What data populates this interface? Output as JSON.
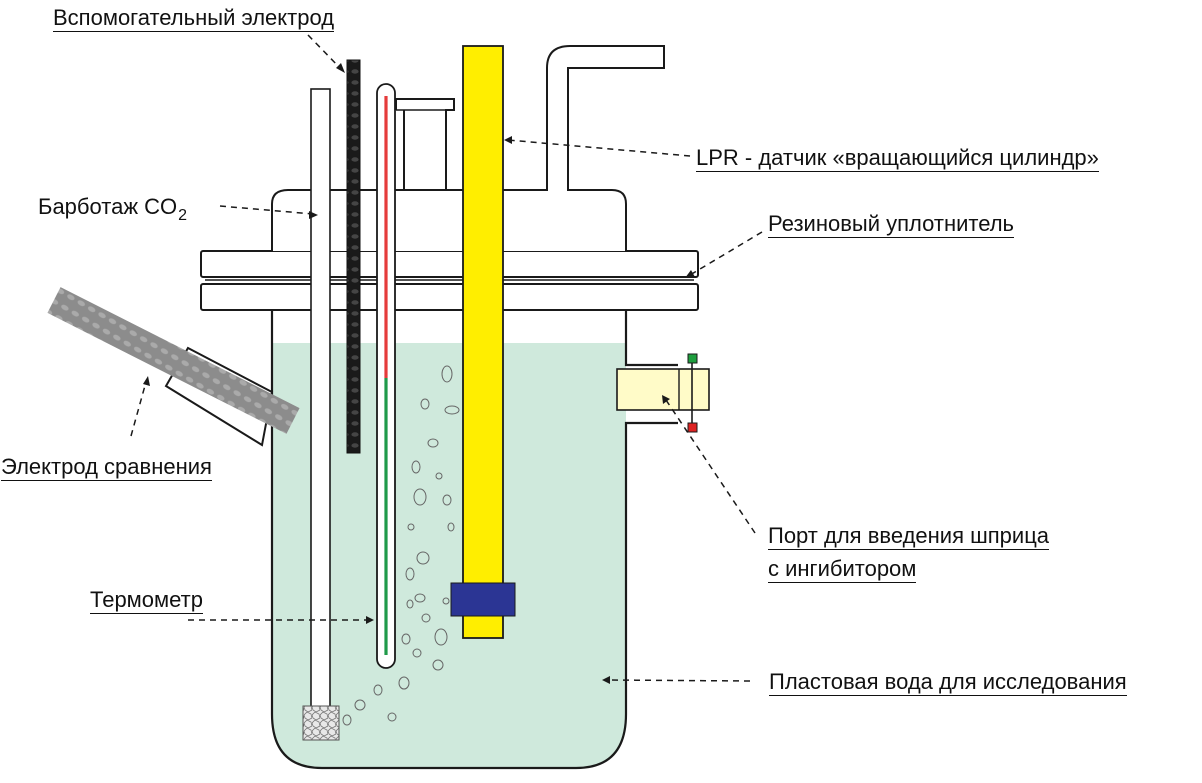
{
  "labels": {
    "counter_electrode": "Вспомогательный электрод",
    "lpr_sensor": "LPR -  датчик «вращающийся цилиндр»",
    "co2_sparging_prefix": "Барботаж CO",
    "co2_sparging_subscript": "2",
    "rubber_seal": "Резиновый уплотнитель",
    "reference_electrode": "Электрод сравнения",
    "syringe_port_line1": "Порт для введения шприца",
    "syringe_port_line2": "с ингибитором",
    "thermometer": "Термометр",
    "formation_water": "Пластовая вода для исследования"
  },
  "colors": {
    "liquid": "#cfe9dc",
    "lpr_cylinder": "#ffee00",
    "rotating_element": "#2b3594",
    "counter_electrode": "#1a1a1a",
    "reference_electrode": "#999999",
    "thermometer_upper": "#e53b3b",
    "thermometer_lower": "#1f9a4a",
    "syringe_port": "#fffbc8",
    "valve_top": "#1e9e3e",
    "valve_bottom": "#dd2222",
    "outline": "#1a1a1a"
  }
}
